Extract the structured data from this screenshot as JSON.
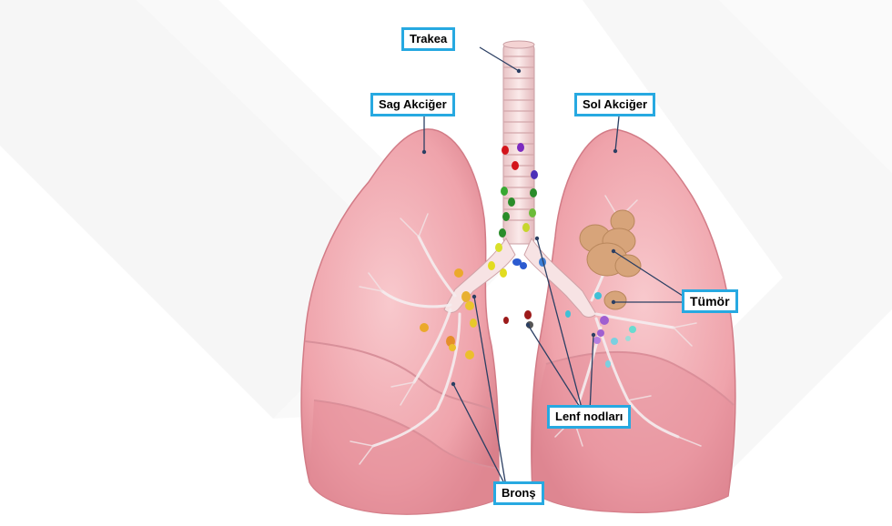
{
  "labels": {
    "trachea": "Trakea",
    "right_lung": "Sag Akciğer",
    "left_lung": "Sol Akciğer",
    "tumor": "Tümör",
    "lymph_nodes": "Lenf nodları",
    "bronchus": "Bronş"
  },
  "colors": {
    "label_border": "#27a9e1",
    "lung_fill": "#f2aeb5",
    "lung_dark": "#d97f8a",
    "trachea_fill": "#f7dede",
    "tumor_fill": "#d9aa7e",
    "watermark": "#ececec"
  }
}
